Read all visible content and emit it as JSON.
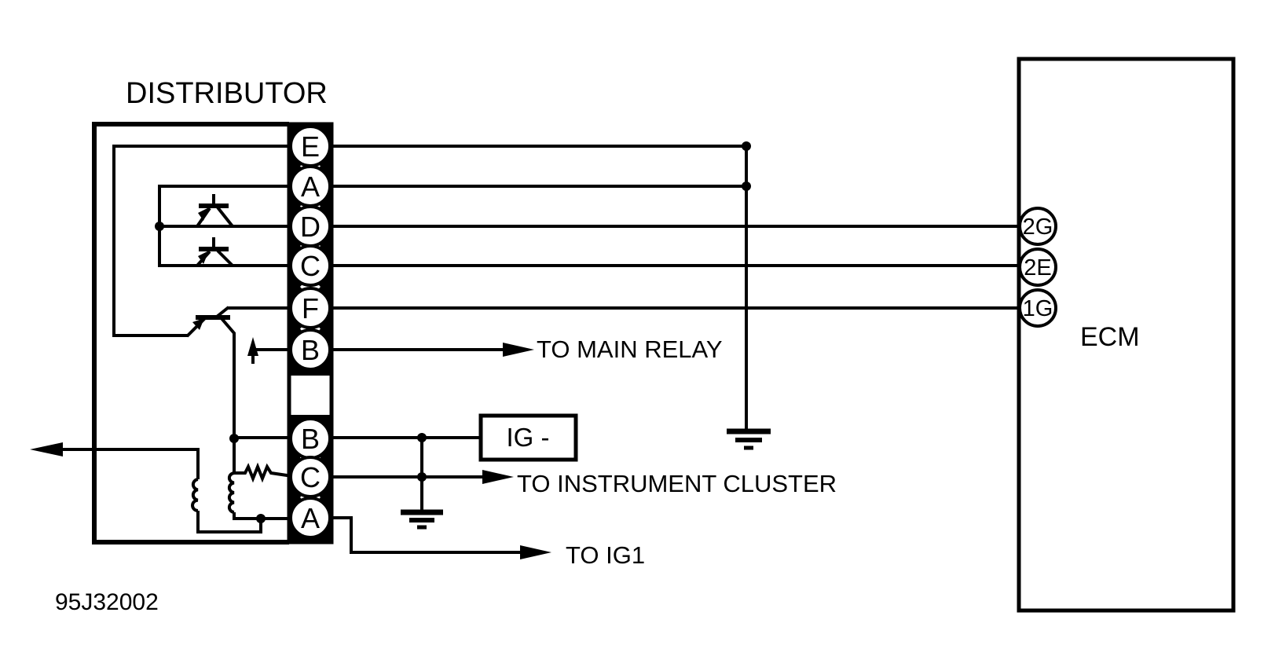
{
  "diagram": {
    "id_code": "95J32002",
    "colors": {
      "line": "#000000",
      "background": "#ffffff"
    },
    "distributor": {
      "title": "DISTRIBUTOR",
      "pins": [
        {
          "label": "E"
        },
        {
          "label": "A"
        },
        {
          "label": "D"
        },
        {
          "label": "C"
        },
        {
          "label": "F"
        },
        {
          "label": "B"
        },
        {
          "label": "B"
        },
        {
          "label": "C"
        },
        {
          "label": "A"
        }
      ]
    },
    "ecm": {
      "title": "ECM",
      "pins": [
        {
          "label": "2G"
        },
        {
          "label": "2E"
        },
        {
          "label": "1G"
        }
      ]
    },
    "labels": {
      "to_main_relay": "TO MAIN RELAY",
      "ig_minus": "IG -",
      "to_instrument_cluster": "TO INSTRUMENT CLUSTER",
      "to_ig1": "TO IG1"
    }
  }
}
